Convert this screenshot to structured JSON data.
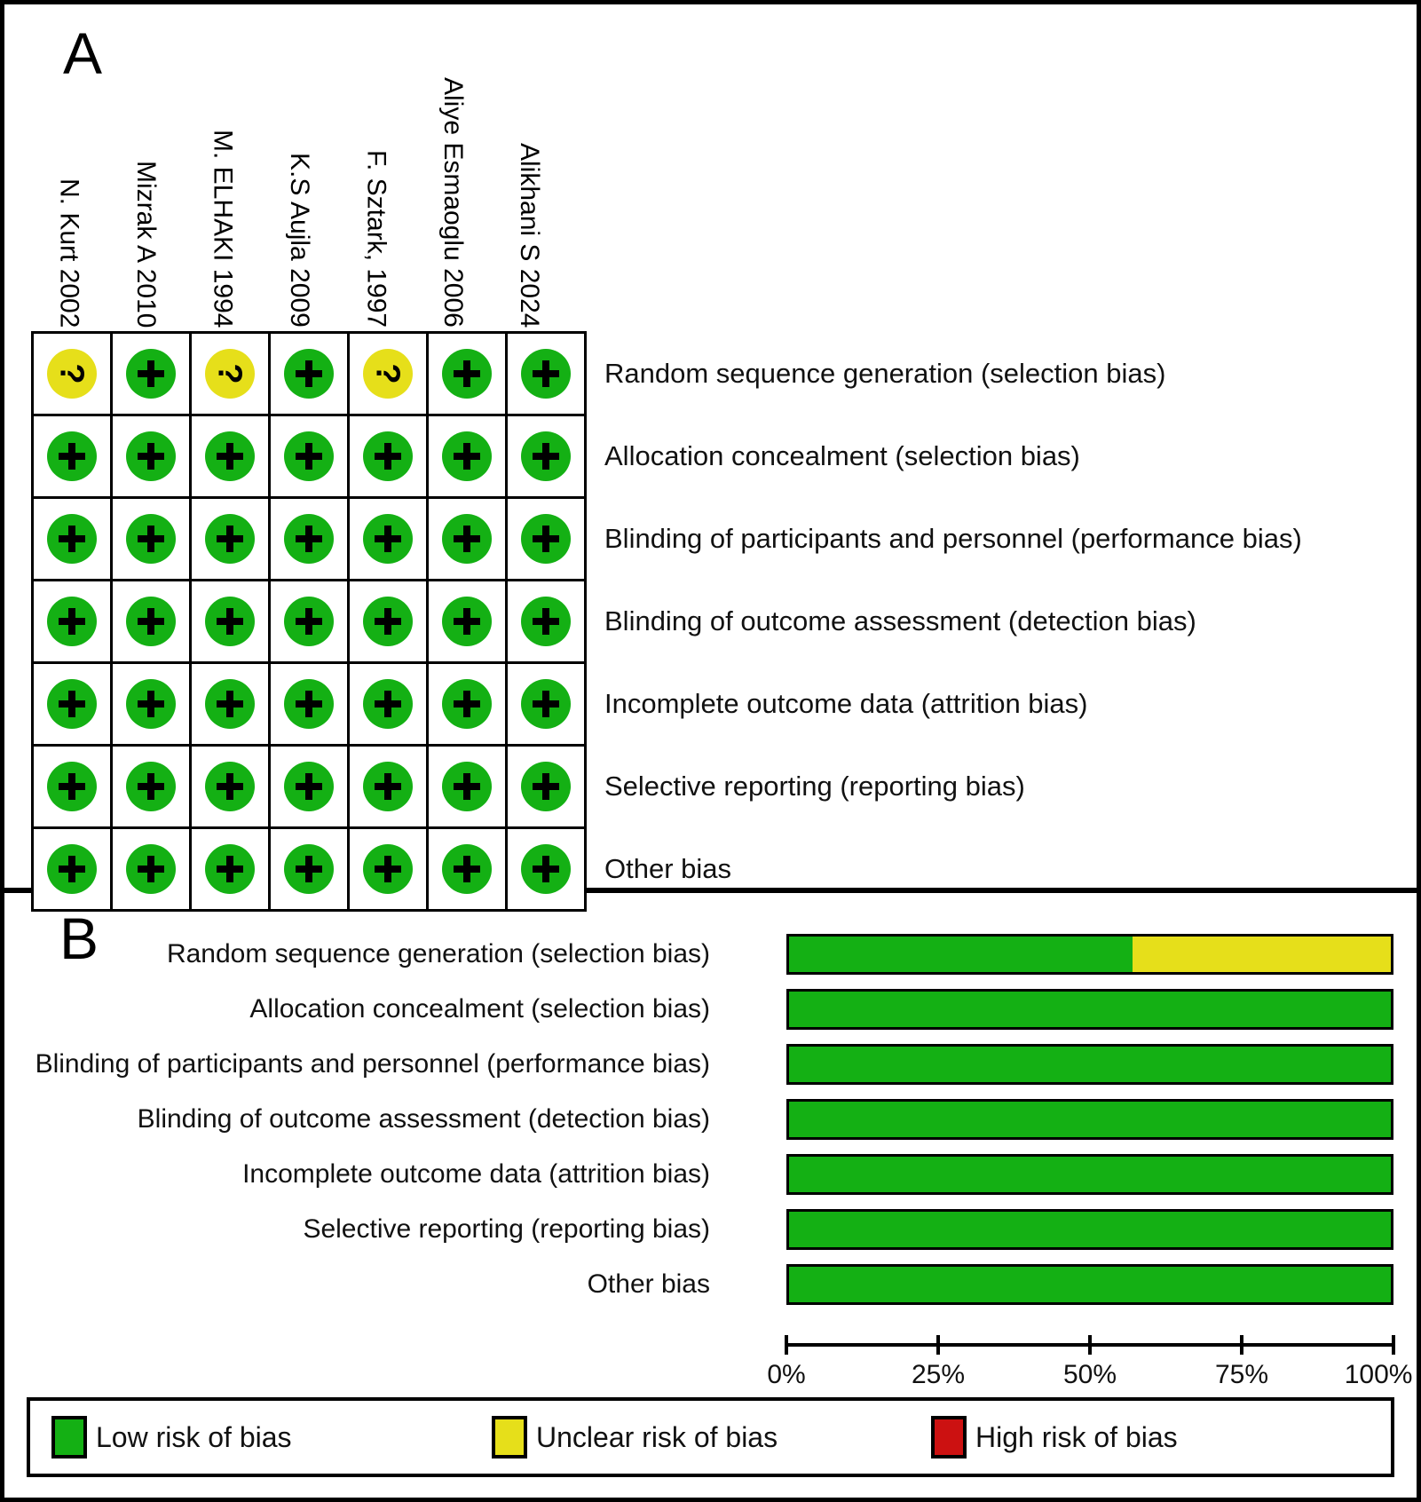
{
  "colors": {
    "low": "#14b014",
    "unclear": "#e6df1a",
    "high": "#cc1111",
    "border": "#000000",
    "text": "#111111"
  },
  "panel_a": {
    "label": "A",
    "studies": [
      "N. Kurt 2002",
      "Mizrak A 2010",
      "M. ELHAKI 1994",
      "K.S Aujla 2009",
      "F. Sztark, 1997",
      "Aliye Esmaoglu 2006",
      "Alikhani S 2024"
    ],
    "domains": [
      "Random sequence generation (selection bias)",
      "Allocation concealment (selection bias)",
      "Blinding of participants and personnel (performance bias)",
      "Blinding of outcome assessment (detection bias)",
      "Incomplete outcome data (attrition bias)",
      "Selective reporting (reporting bias)",
      "Other bias"
    ],
    "judgements": [
      [
        "unclear",
        "low",
        "unclear",
        "low",
        "unclear",
        "low",
        "low"
      ],
      [
        "low",
        "low",
        "low",
        "low",
        "low",
        "low",
        "low"
      ],
      [
        "low",
        "low",
        "low",
        "low",
        "low",
        "low",
        "low"
      ],
      [
        "low",
        "low",
        "low",
        "low",
        "low",
        "low",
        "low"
      ],
      [
        "low",
        "low",
        "low",
        "low",
        "low",
        "low",
        "low"
      ],
      [
        "low",
        "low",
        "low",
        "low",
        "low",
        "low",
        "low"
      ],
      [
        "low",
        "low",
        "low",
        "low",
        "low",
        "low",
        "low"
      ]
    ],
    "symbols": {
      "low": "+",
      "unclear": "?"
    }
  },
  "panel_b": {
    "label": "B",
    "rows": [
      {
        "label": "Random sequence generation (selection bias)",
        "low_pct": 57.1,
        "unclear_pct": 42.9,
        "high_pct": 0
      },
      {
        "label": "Allocation concealment (selection bias)",
        "low_pct": 100,
        "unclear_pct": 0,
        "high_pct": 0
      },
      {
        "label": "Blinding of participants and personnel (performance bias)",
        "low_pct": 100,
        "unclear_pct": 0,
        "high_pct": 0
      },
      {
        "label": "Blinding of outcome assessment (detection bias)",
        "low_pct": 100,
        "unclear_pct": 0,
        "high_pct": 0
      },
      {
        "label": "Incomplete outcome data (attrition bias)",
        "low_pct": 100,
        "unclear_pct": 0,
        "high_pct": 0
      },
      {
        "label": "Selective reporting (reporting bias)",
        "low_pct": 100,
        "unclear_pct": 0,
        "high_pct": 0
      },
      {
        "label": "Other bias",
        "low_pct": 100,
        "unclear_pct": 0,
        "high_pct": 0
      }
    ],
    "axis_ticks": [
      "0%",
      "25%",
      "50%",
      "75%",
      "100%"
    ]
  },
  "legend": {
    "items": [
      {
        "key": "low",
        "label": "Low risk of bias"
      },
      {
        "key": "unclear",
        "label": "Unclear risk of bias"
      },
      {
        "key": "high",
        "label": "High risk of bias"
      }
    ]
  },
  "chart_data": [
    {
      "type": "table",
      "title": "A: Risk of bias summary (judgements per study and bias domain)",
      "columns": [
        "N. Kurt 2002",
        "Mizrak A 2010",
        "M. ELHAKI 1994",
        "K.S Aujla 2009",
        "F. Sztark, 1997",
        "Aliye Esmaoglu 2006",
        "Alikhani S 2024"
      ],
      "rows": [
        {
          "domain": "Random sequence generation (selection bias)",
          "judgements": [
            "unclear",
            "low",
            "unclear",
            "low",
            "unclear",
            "low",
            "low"
          ]
        },
        {
          "domain": "Allocation concealment (selection bias)",
          "judgements": [
            "low",
            "low",
            "low",
            "low",
            "low",
            "low",
            "low"
          ]
        },
        {
          "domain": "Blinding of participants and personnel (performance bias)",
          "judgements": [
            "low",
            "low",
            "low",
            "low",
            "low",
            "low",
            "low"
          ]
        },
        {
          "domain": "Blinding of outcome assessment (detection bias)",
          "judgements": [
            "low",
            "low",
            "low",
            "low",
            "low",
            "low",
            "low"
          ]
        },
        {
          "domain": "Incomplete outcome data (attrition bias)",
          "judgements": [
            "low",
            "low",
            "low",
            "low",
            "low",
            "low",
            "low"
          ]
        },
        {
          "domain": "Selective reporting (reporting bias)",
          "judgements": [
            "low",
            "low",
            "low",
            "low",
            "low",
            "low",
            "low"
          ]
        },
        {
          "domain": "Other bias",
          "judgements": [
            "low",
            "low",
            "low",
            "low",
            "low",
            "low",
            "low"
          ]
        }
      ],
      "legend": [
        "Low risk of bias (green +)",
        "Unclear risk of bias (yellow ?)",
        "High risk of bias (red)"
      ]
    },
    {
      "type": "bar",
      "subtype": "stacked-horizontal",
      "title": "B: Risk of bias graph (percentage of studies)",
      "categories": [
        "Random sequence generation (selection bias)",
        "Allocation concealment (selection bias)",
        "Blinding of participants and personnel (performance bias)",
        "Blinding of outcome assessment (detection bias)",
        "Incomplete outcome data (attrition bias)",
        "Selective reporting (reporting bias)",
        "Other bias"
      ],
      "series": [
        {
          "name": "Low risk of bias",
          "color": "#14b014",
          "values": [
            57.1,
            100,
            100,
            100,
            100,
            100,
            100
          ]
        },
        {
          "name": "Unclear risk of bias",
          "color": "#e6df1a",
          "values": [
            42.9,
            0,
            0,
            0,
            0,
            0,
            0
          ]
        },
        {
          "name": "High risk of bias",
          "color": "#cc1111",
          "values": [
            0,
            0,
            0,
            0,
            0,
            0,
            0
          ]
        }
      ],
      "xlim": [
        0,
        100
      ],
      "x_tick_labels": [
        "0%",
        "25%",
        "50%",
        "75%",
        "100%"
      ],
      "legend_position": "bottom",
      "grid": false
    }
  ]
}
